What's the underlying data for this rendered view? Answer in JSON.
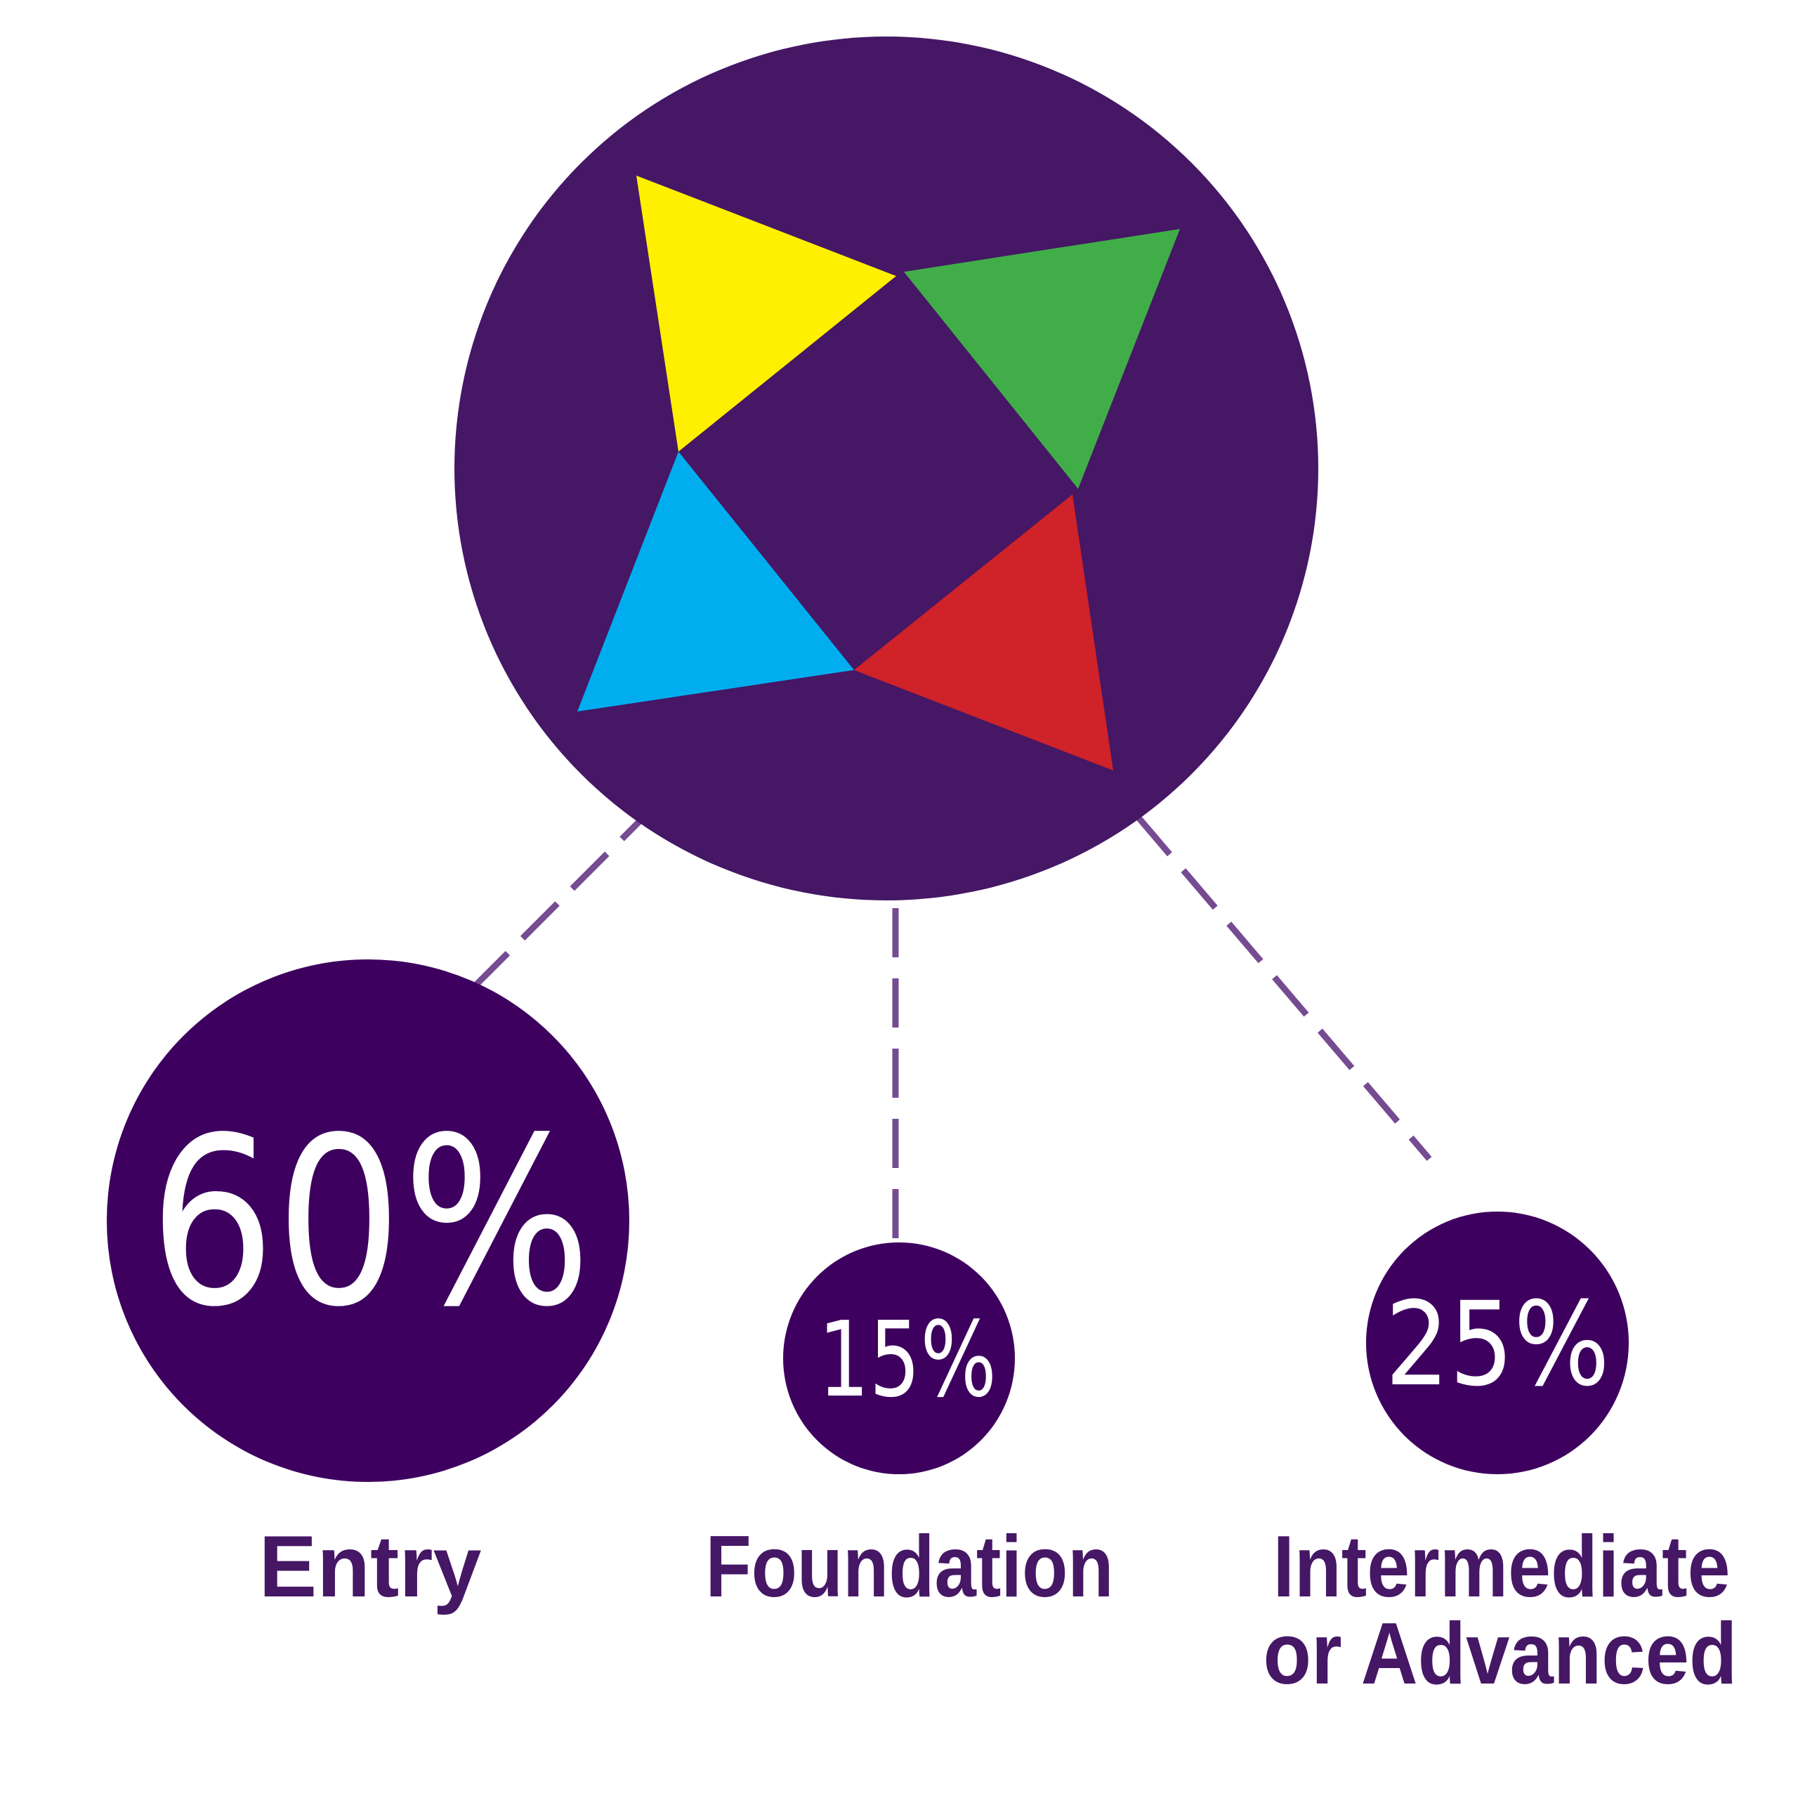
{
  "colors": {
    "background": "#ffffff",
    "main_circle": "#451765",
    "level_circle": "#3d005e",
    "connector": "#764b91",
    "label": "#451765",
    "percent_text": "#ffffff",
    "triangle_yellow": "#fff000",
    "triangle_green": "#41ad49",
    "triangle_blue": "#00aeef",
    "triangle_red": "#cf2229"
  },
  "logo": {
    "icon": "pinwheel-logo-icon",
    "triangles": [
      "yellow",
      "green",
      "blue",
      "red"
    ]
  },
  "levels": [
    {
      "percent": "60%",
      "label_line1": "Entry",
      "label_line2": ""
    },
    {
      "percent": "15%",
      "label_line1": "Foundation",
      "label_line2": ""
    },
    {
      "percent": "25%",
      "label_line1": "Intermediate",
      "label_line2": "or Advanced"
    }
  ],
  "chart_data": {
    "type": "pie",
    "title": "",
    "categories": [
      "Entry",
      "Foundation",
      "Intermediate or Advanced"
    ],
    "values": [
      60,
      15,
      25
    ],
    "unit": "%"
  }
}
